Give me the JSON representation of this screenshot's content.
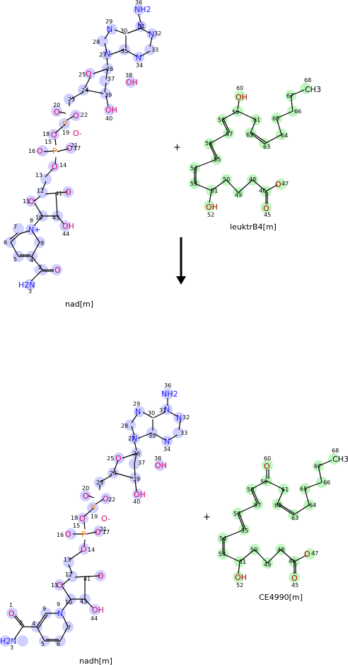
{
  "reactants": {
    "nad": {
      "name": "nad[m]"
    },
    "leuk": {
      "name": "leuktrB4[m]"
    }
  },
  "products": {
    "nadh": {
      "name": "nadh[m]"
    },
    "ce": {
      "name": "CE4990[m]"
    }
  },
  "plus_sign": "+",
  "atoms": {
    "nh2": "NH2",
    "n": "N",
    "o": "O",
    "oh": "OH",
    "p": "P",
    "ch3": "CH3",
    "h2n": "H2N",
    "o_minus": "O-",
    "n_plus": "N+"
  },
  "colors": {
    "purple_highlight": "#c8c8ff",
    "green_highlight": "#b4f5b4",
    "nitrogen": "#1a1aff",
    "oxygen": "#e0006a",
    "phosphorus": "#ff7f00",
    "oxygen_green": "#b40000"
  }
}
